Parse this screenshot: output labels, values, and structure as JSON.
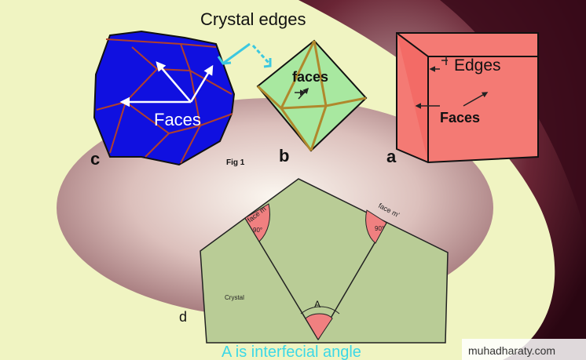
{
  "title": "Crystal edges",
  "figure_label": "Fig 1",
  "letters": {
    "a": "a",
    "b": "b",
    "c": "c",
    "d": "d"
  },
  "cube": {
    "edges": "Edges",
    "faces": "Faces"
  },
  "octahedron": {
    "faces": "faces"
  },
  "cubo": {
    "faces": "Faces"
  },
  "angle_diagram": {
    "face_left": "face m",
    "face_right": "face m'",
    "angle_left": "90°",
    "angle_right": "90°",
    "angle_label": "A",
    "crystal": "Crystal"
  },
  "caption": "A  is interfecial angle",
  "watermark": "muhadharaty.com",
  "colors": {
    "background": "#f0f4c2",
    "cube": "#f47a74",
    "octahedron": "#a8e8a0",
    "cubo": "#1010e0",
    "crystal": "#b9cc96",
    "angle": "#f08080",
    "caption": "#3cd8e6",
    "pointer": "#3cc8e0"
  },
  "icons": [
    "arrow-icon",
    "logo-icon"
  ]
}
